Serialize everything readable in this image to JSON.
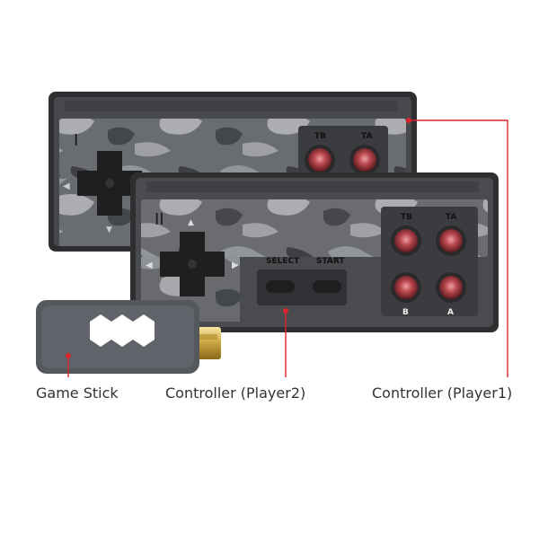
{
  "controller1": {
    "numeral": "I",
    "btn_tb": "TB",
    "btn_ta": "TA"
  },
  "controller2": {
    "numeral": "II",
    "btn_tb": "TB",
    "btn_ta": "TA",
    "btn_b": "B",
    "btn_a": "A",
    "select": "SELECT",
    "start": "START"
  },
  "labels": {
    "game_stick": "Game Stick",
    "player2": "Controller (Player2)",
    "player1": "Controller (Player1)"
  },
  "colors": {
    "leader": "#d9262e",
    "body": "#55585c",
    "frame": "#2e2f31"
  }
}
